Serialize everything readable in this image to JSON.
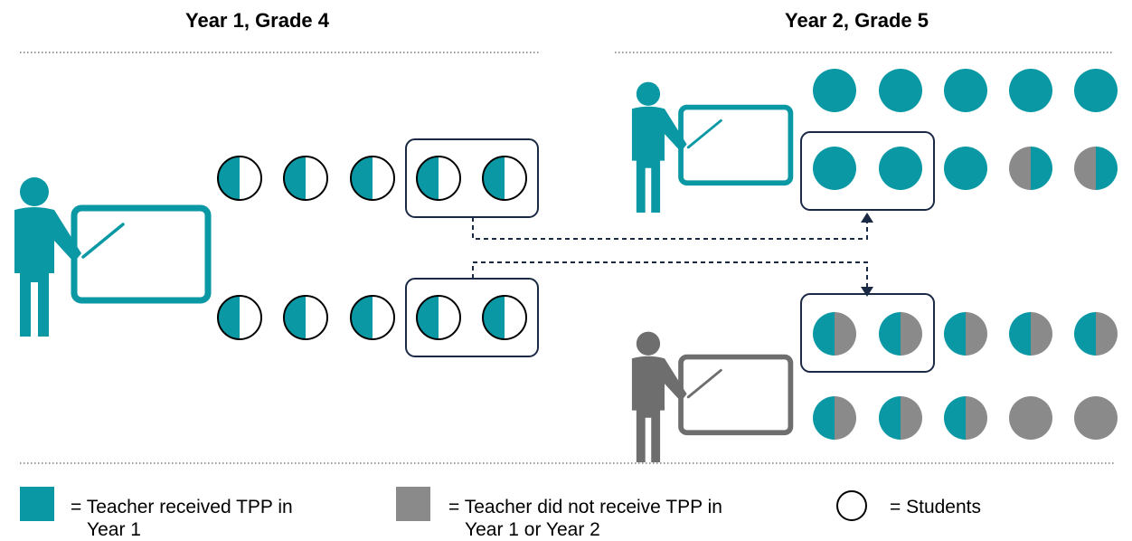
{
  "headings": {
    "year1": "Year 1, Grade 4",
    "year2": "Year 2, Grade 5"
  },
  "colors": {
    "teal": "#0a98a5",
    "gray": "#8a8a8a",
    "teacher_gray": "#6e6e6e",
    "navy": "#1b2a44",
    "divider": "#9a9a9a"
  },
  "legend": {
    "tpp_label": "= Teacher received TPP in Year 1",
    "tpp_line1": "= Teacher received TPP in",
    "tpp_line2": "Year 1",
    "no_tpp_label": "= Teacher did not receive TPP in Year 1 or Year 2",
    "no_tpp_line1": "= Teacher did not receive TPP in",
    "no_tpp_line2": "Year 1 or Year 2",
    "students_label": "= Students"
  },
  "groups": {
    "y1_row_top": [
      "half-teal",
      "half-teal",
      "half-teal",
      "half-teal",
      "half-teal"
    ],
    "y1_row_bottom": [
      "half-teal",
      "half-teal",
      "half-teal",
      "half-teal",
      "half-teal"
    ],
    "y2_teal_row1": [
      "teal",
      "teal",
      "teal",
      "teal",
      "teal"
    ],
    "y2_teal_row2": [
      "teal",
      "teal",
      "teal",
      "gray-teal",
      "gray-teal"
    ],
    "y2_gray_row1": [
      "teal-gray",
      "teal-gray",
      "teal-gray",
      "teal-gray",
      "teal-gray"
    ],
    "y2_gray_row2": [
      "teal-gray",
      "teal-gray",
      "teal-gray",
      "gray",
      "gray"
    ]
  }
}
